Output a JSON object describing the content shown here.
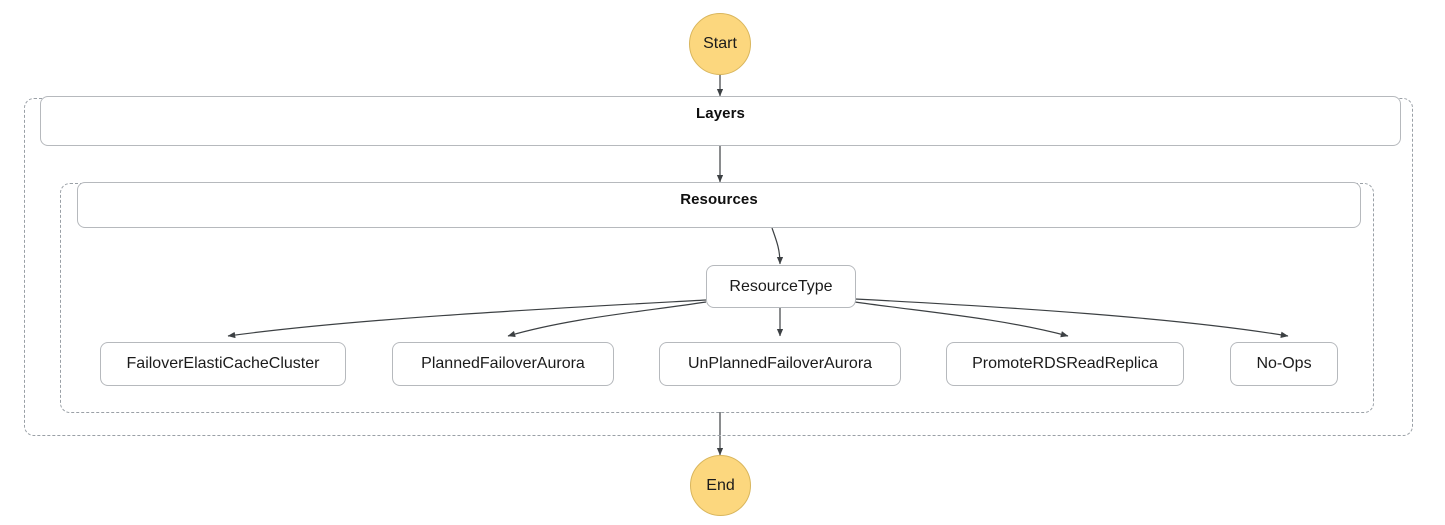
{
  "diagram": {
    "type": "flowchart",
    "orientation": "top-to-bottom",
    "background_color": "#ffffff",
    "terminal_fill_color": "#fcd77e",
    "terminal_stroke_color": "#d9b65d",
    "node_stroke_color": "#b6b9bd",
    "cluster_stroke_color": "#9aa0a6",
    "edge_color": "#3c4043"
  },
  "terminals": {
    "start": {
      "label": "Start"
    },
    "end": {
      "label": "End"
    }
  },
  "clusters": {
    "layers": {
      "label": "Layers"
    },
    "resources": {
      "label": "Resources"
    }
  },
  "nodes": {
    "resource_type": {
      "label": "ResourceType"
    },
    "actions": [
      {
        "label": "FailoverElastiCacheCluster"
      },
      {
        "label": "PlannedFailoverAurora"
      },
      {
        "label": "UnPlannedFailoverAurora"
      },
      {
        "label": "PromoteRDSReadReplica"
      },
      {
        "label": "No-Ops"
      }
    ]
  }
}
